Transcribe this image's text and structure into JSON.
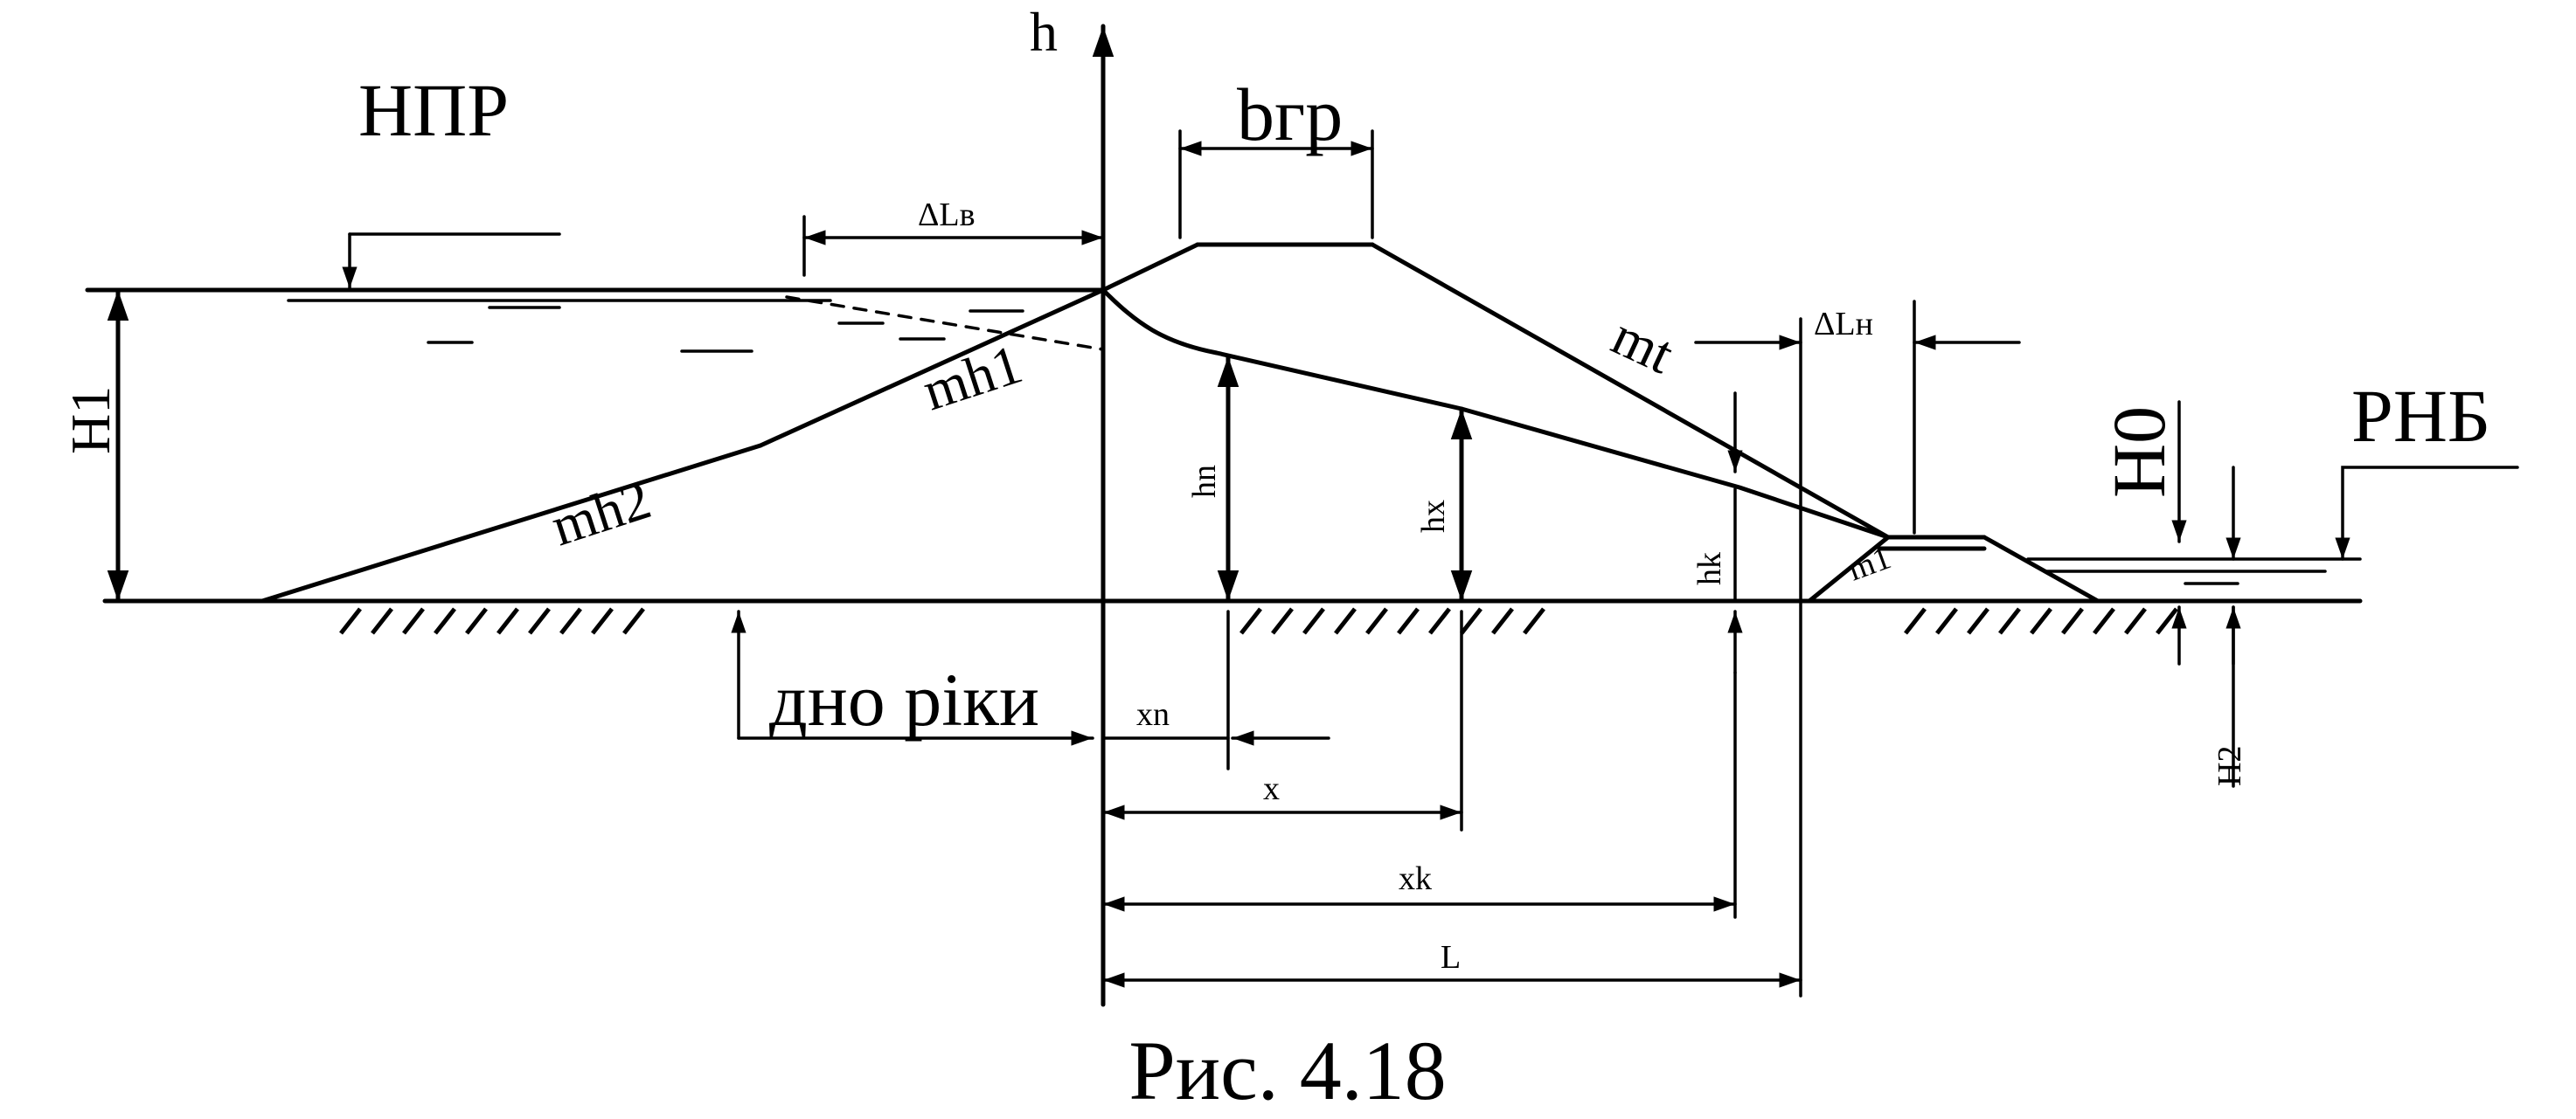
{
  "caption": "Рис. 4.18",
  "labels": {
    "h_axis": "h",
    "npr": "НПР",
    "rnb": "РНБ",
    "b_gr": "bгр",
    "delta_lv": "ΔLв",
    "delta_ln": "ΔLн",
    "h1": "H1",
    "h0": "H0",
    "h2": "H2",
    "hn": "hn",
    "hx": "hx",
    "hk": "hk",
    "m_h1": "mh1",
    "m_h2": "mh2",
    "m_t": "mt",
    "m_1": "m1",
    "river_bottom": "дно ріки",
    "xn": "xn",
    "x": "x",
    "xk": "xk",
    "L": "L"
  }
}
